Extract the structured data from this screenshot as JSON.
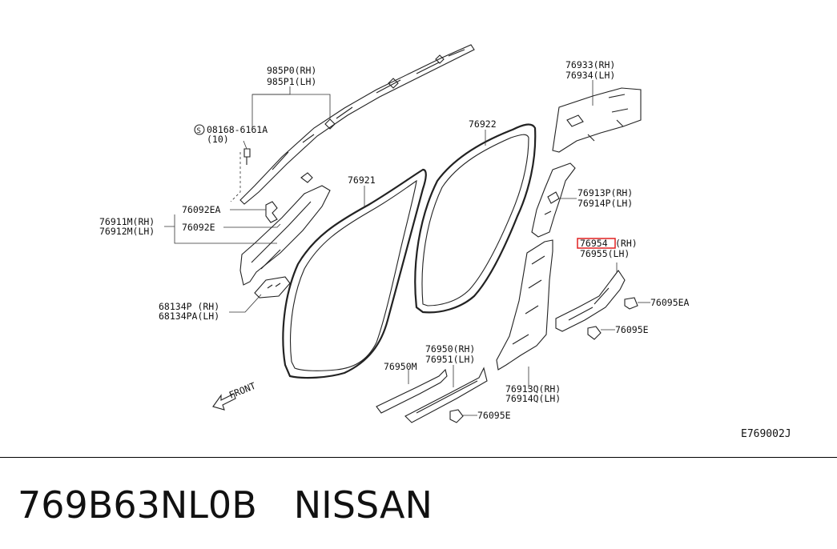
{
  "diagram": {
    "labels": {
      "roof_airbag_rh": "985P0(RH)",
      "roof_airbag_lh": "985P1(LH)",
      "bolt": "08168-6161A",
      "bolt_qty": "(10)",
      "clip_ea": "76092EA",
      "clip_e": "76092E",
      "a_pillar_rh": "76911M(RH)",
      "a_pillar_lh": "76912M(LH)",
      "dash_side_rh": "68134P (RH)",
      "dash_side_lh": "68134PA(LH)",
      "front_weatherstrip": "76921",
      "rear_weatherstrip": "76922",
      "c_pillar_rh": "76933(RH)",
      "c_pillar_lh": "76934(LH)",
      "b_pillar_upper_rh": "76913P(RH)",
      "b_pillar_upper_lh": "76914P(LH)",
      "rear_kick_rh": "76954",
      "rear_kick_rh_suffix": "(RH)",
      "rear_kick_lh": "76955(LH)",
      "clip_095ea": "76095EA",
      "clip_095e_a": "76095E",
      "clip_095e_b": "76095E",
      "b_pillar_lower_rh": "76913Q(RH)",
      "b_pillar_lower_lh": "76914Q(LH)",
      "sill_plate_front": "76950M",
      "sill_plate_rear_rh": "76950(RH)",
      "sill_plate_rear_lh": "76951(LH)",
      "front_arrow": "FRONT",
      "diagram_code": "E769002J"
    }
  },
  "footer": {
    "part_number": "769B63NL0B",
    "brand": "NISSAN"
  },
  "colors": {
    "line": "#222222",
    "highlight": "#e02020"
  }
}
